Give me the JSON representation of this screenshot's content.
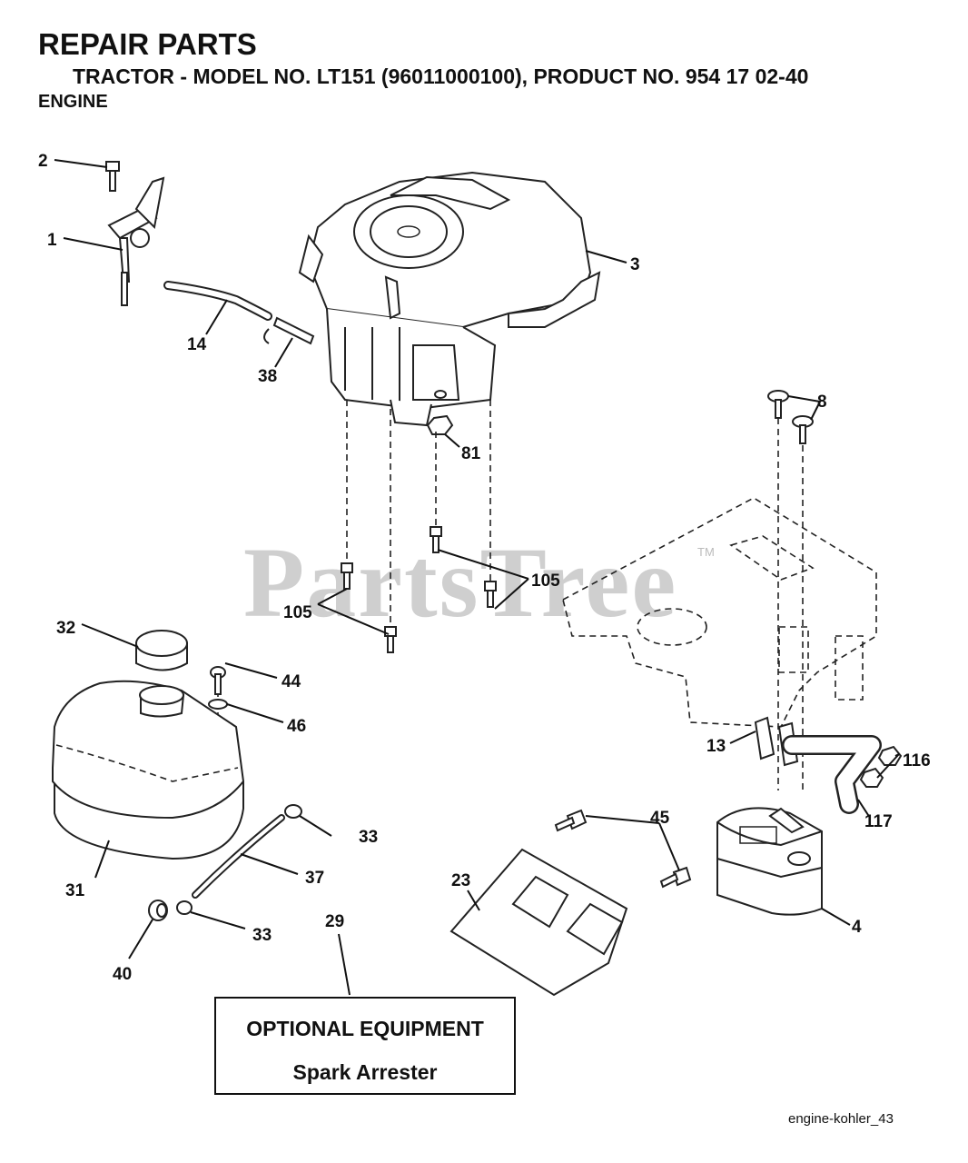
{
  "header": {
    "title": "REPAIR PARTS",
    "subtitle": "TRACTOR - MODEL NO. LT151 (96011000100), PRODUCT NO. 954 17 02-40",
    "section": "ENGINE"
  },
  "watermark": {
    "text": "PartsTree",
    "tm": "TM"
  },
  "callouts": {
    "p1": "1",
    "p2": "2",
    "p3": "3",
    "p4": "4",
    "p8": "8",
    "p13": "13",
    "p14": "14",
    "p23": "23",
    "p29": "29",
    "p31": "31",
    "p32": "32",
    "p33a": "33",
    "p33b": "33",
    "p37": "37",
    "p38": "38",
    "p40": "40",
    "p44": "44",
    "p45": "45",
    "p46": "46",
    "p81": "81",
    "p105a": "105",
    "p105b": "105",
    "p116": "116",
    "p117": "117"
  },
  "optional_box": {
    "title": "OPTIONAL EQUIPMENT",
    "subtitle": "Spark Arrester"
  },
  "footer": {
    "code": "engine-kohler_43"
  }
}
